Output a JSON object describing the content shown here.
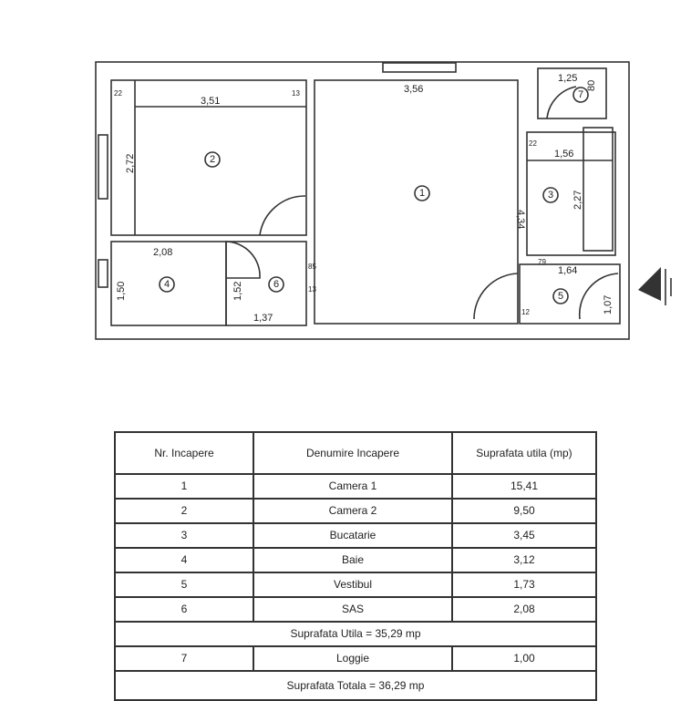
{
  "plan": {
    "rooms": [
      "1",
      "2",
      "3",
      "4",
      "5",
      "6",
      "7"
    ],
    "dims": {
      "r2_width": "3,51",
      "r2_height": "2,72",
      "r1_width": "3,56",
      "r1_height": "4,34",
      "r3_width": "1,56",
      "r3_height": "2,27",
      "r4_width": "2,08",
      "r4_height": "1,50",
      "r6_width": "1,37",
      "r6_height": "1,52",
      "r7_width": "1,25",
      "r7_height": "80",
      "r5_width": "1,64",
      "r5_height": "1,07",
      "s1": "22",
      "s2": "13",
      "s3": "85",
      "s4": "13",
      "s5": "79",
      "s6": "22",
      "s7": "12"
    }
  },
  "table": {
    "headers": [
      "Nr. Incapere",
      "Denumire Incapere",
      "Suprafata utila (mp)"
    ],
    "rows": [
      [
        "1",
        "Camera 1",
        "15,41"
      ],
      [
        "2",
        "Camera 2",
        "9,50"
      ],
      [
        "3",
        "Bucatarie",
        "3,45"
      ],
      [
        "4",
        "Baie",
        "3,12"
      ],
      [
        "5",
        "Vestibul",
        "1,73"
      ],
      [
        "6",
        "SAS",
        "2,08"
      ]
    ],
    "util_total": "Suprafata  Utila = 35,29 mp",
    "loggia": [
      "7",
      "Loggie",
      "1,00"
    ],
    "grand_total": "Suprafata  Totala = 36,29 mp"
  }
}
